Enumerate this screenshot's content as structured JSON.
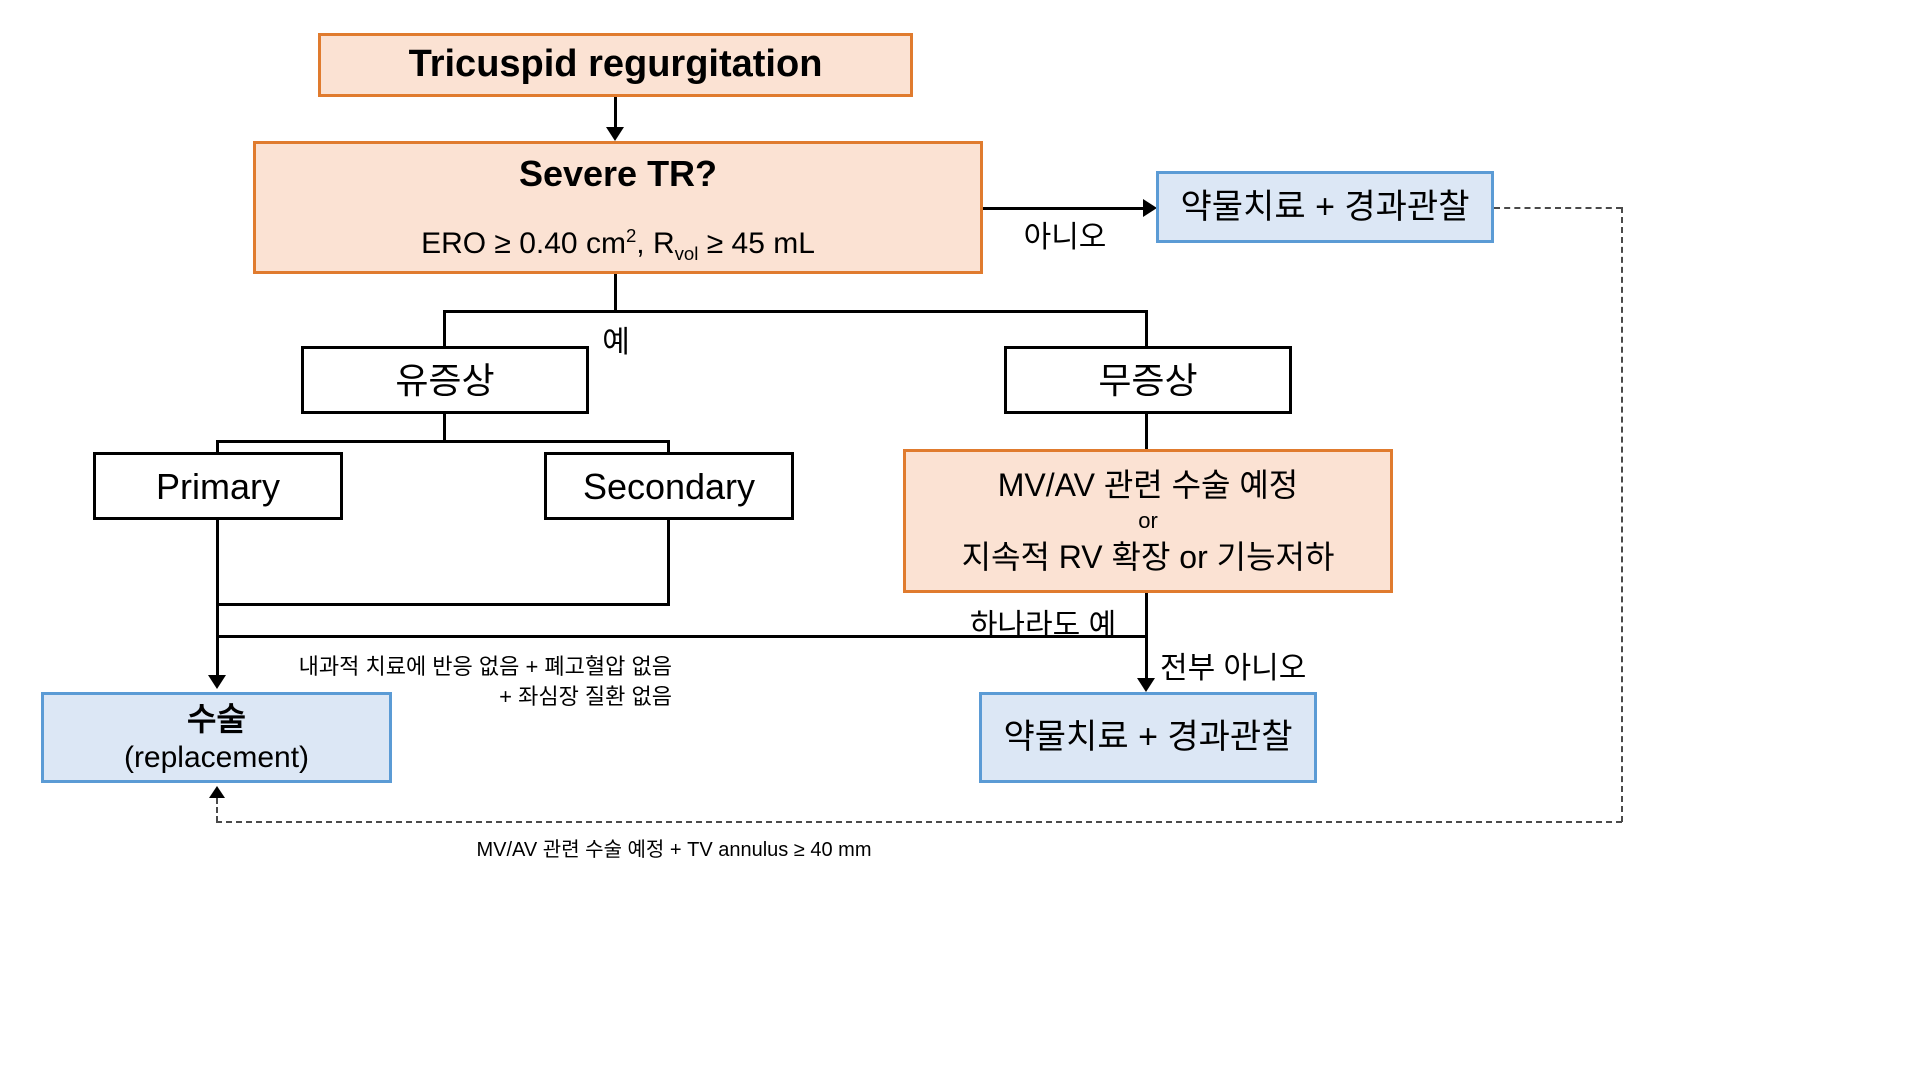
{
  "diagram": {
    "title": "Tricuspid regurgitation management algorithm",
    "colors": {
      "orange_fill": "#fbe2d3",
      "orange_border": "#e07b2e",
      "blue_fill": "#dce7f5",
      "blue_border": "#5b9bd5",
      "line": "#000000",
      "dashed_line": "#4a4a4a"
    },
    "nodes": {
      "root": {
        "label": "Tricuspid regurgitation"
      },
      "severe_tr": {
        "label": "Severe TR?",
        "criteria_prefix": "ERO ≥ 0.40 cm",
        "criteria_sup": "2",
        "criteria_mid": ", R",
        "criteria_sub": "vol",
        "criteria_suffix": " ≥ 45 mL"
      },
      "medical_therapy_top": {
        "label": "약물치료 + 경과관찰"
      },
      "symptomatic": {
        "label": "유증상"
      },
      "asymptomatic": {
        "label": "무증상"
      },
      "primary": {
        "label": "Primary"
      },
      "secondary": {
        "label": "Secondary"
      },
      "asymptomatic_criteria": {
        "line1": "MV/AV 관련 수술 예정",
        "line2": "or",
        "line3": "지속적 RV 확장 or 기능저하"
      },
      "surgery": {
        "label": "수술",
        "sublabel": "(replacement)"
      },
      "medical_therapy_bottom": {
        "label": "약물치료 + 경과관찰"
      }
    },
    "edge_labels": {
      "no_severe": "아니오",
      "yes_severe": "예",
      "primary_criteria_line1": "내과적 치료에 반응 없음 + 폐고혈압 없음",
      "primary_criteria_line2": "+ 좌심장 질환 없음",
      "any_yes": "하나라도 예",
      "all_no": "전부 아니오",
      "feedback_note": "MV/AV 관련 수술 예정 + TV annulus ≥ 40 mm"
    }
  }
}
